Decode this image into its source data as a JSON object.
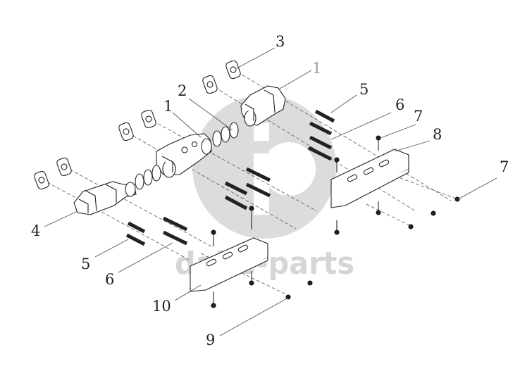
{
  "watermark": {
    "text": "dahe-parts",
    "color": "#d4d4d4"
  },
  "callouts": [
    {
      "id": "c3",
      "label": "3",
      "faint": false
    },
    {
      "id": "c1a",
      "label": "1",
      "faint": true
    },
    {
      "id": "c2",
      "label": "2",
      "faint": false
    },
    {
      "id": "c1b",
      "label": "1",
      "faint": false
    },
    {
      "id": "c5a",
      "label": "5",
      "faint": false
    },
    {
      "id": "c6a",
      "label": "6",
      "faint": false
    },
    {
      "id": "c7a",
      "label": "7",
      "faint": false
    },
    {
      "id": "c8",
      "label": "8",
      "faint": false
    },
    {
      "id": "c7b",
      "label": "7",
      "faint": false
    },
    {
      "id": "c4",
      "label": "4",
      "faint": false
    },
    {
      "id": "c5b",
      "label": "5",
      "faint": false
    },
    {
      "id": "c6b",
      "label": "6",
      "faint": false
    },
    {
      "id": "c10",
      "label": "10",
      "faint": false
    },
    {
      "id": "c9",
      "label": "9",
      "faint": false
    }
  ]
}
